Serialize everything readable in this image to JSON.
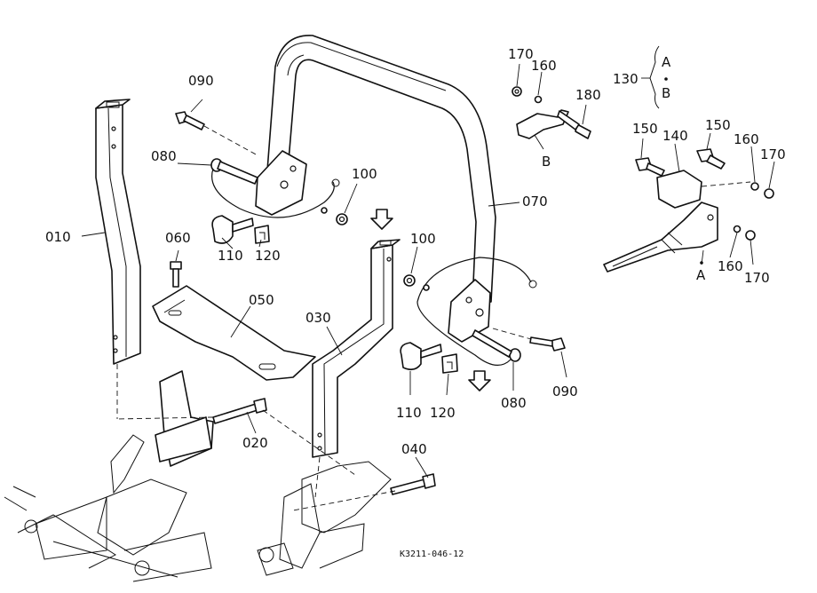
{
  "labels": {
    "p010": "010",
    "p020": "020",
    "p030": "030",
    "p040": "040",
    "p050": "050",
    "p060": "060",
    "p070": "070",
    "p080_left": "080",
    "p080_right": "080",
    "p090_left": "090",
    "p090_right": "090",
    "p100_left": "100",
    "p100_right": "100",
    "p110_left": "110",
    "p110_right": "110",
    "p120_left": "120",
    "p120_right": "120",
    "p130": "130",
    "p130_a": "A",
    "p130_b": "B",
    "p140": "140",
    "p150_left": "150",
    "p150_right": "150",
    "p160_top": "160",
    "p160_right": "160",
    "p160_bottom": "160",
    "p170_top": "170",
    "p170_right": "170",
    "p170_bottom": "170",
    "p180": "180",
    "sub_b": "B",
    "sub_a": "A"
  },
  "drawing_ref": "K3211-046-12"
}
